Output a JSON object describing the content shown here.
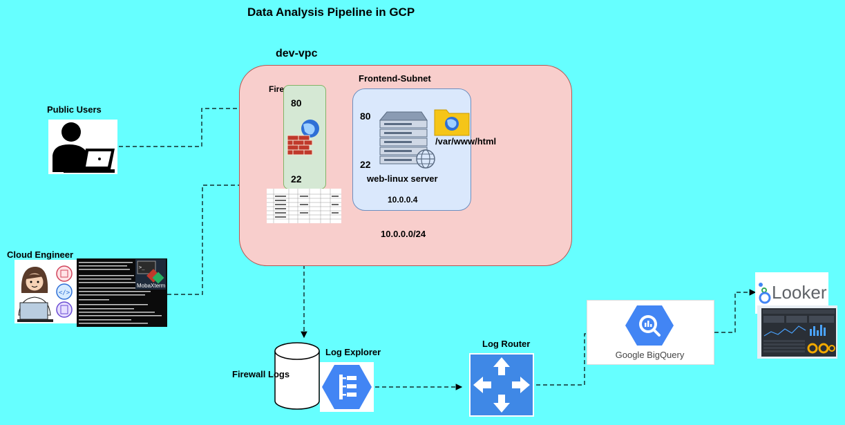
{
  "title": "Data Analysis Pipeline in GCP",
  "vpc": {
    "label": "dev-vpc",
    "cidr": "10.0.0.0/24"
  },
  "firewall": {
    "label": "Firewall",
    "port_http": "80",
    "port_ssh": "22"
  },
  "subnet": {
    "label": "Frontend-Subnet",
    "port_http": "80",
    "port_ssh": "22",
    "server_label": "web-linux server",
    "server_ip": "10.0.0.4",
    "web_root": "/var/www/html"
  },
  "actors": {
    "public_users": "Public Users",
    "cloud_engineer": "Cloud Engineer"
  },
  "terminal": {
    "app_name": "MobaXterm"
  },
  "logging": {
    "firewall_logs": "Firewall Logs",
    "log_explorer": "Log Explorer",
    "log_router": "Log Router"
  },
  "bigquery": {
    "label": "Google BigQuery"
  },
  "looker": {
    "label": "Looker"
  },
  "colors": {
    "background": "#66ffff",
    "vpc_fill": "#f8cecc",
    "subnet_fill": "#dae8fc",
    "firewall_fill": "#d5e8d4",
    "gcp_blue": "#4285f4",
    "router_blue": "#3f88e6"
  },
  "icons": {
    "public_user": "user-at-laptop-icon",
    "engineer": "engineer-avatar-icon",
    "firewall": "brick-wall-globe-icon",
    "server": "server-rack-icon",
    "folder": "web-folder-icon",
    "database": "cylinder-database-icon",
    "log_explorer": "log-explorer-hexagon-icon",
    "log_router": "router-arrows-icon",
    "bigquery": "bigquery-hexagon-icon",
    "looker": "looker-logo-icon"
  }
}
